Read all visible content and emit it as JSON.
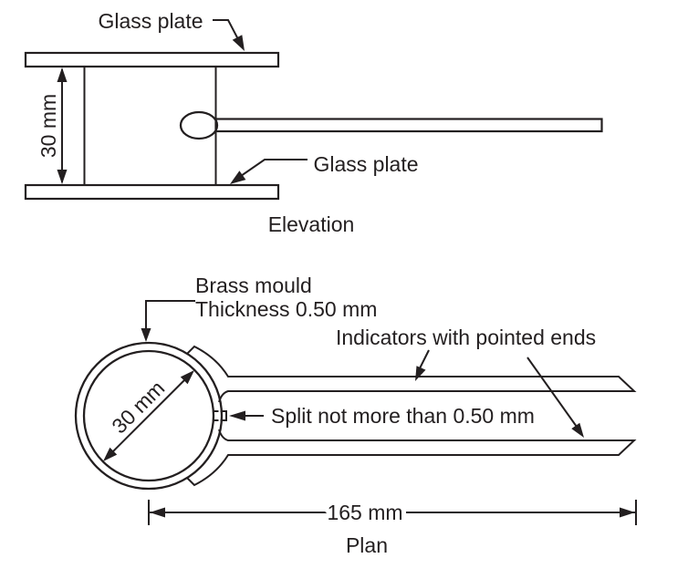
{
  "colors": {
    "ink": "#231f20",
    "background": "#ffffff"
  },
  "elevation": {
    "caption": "Elevation",
    "glass_plate_top_label": "Glass plate",
    "glass_plate_bottom_label": "Glass plate",
    "height_dimension": "30 mm"
  },
  "plan": {
    "caption": "Plan",
    "brass_mould_label_line1": "Brass mould",
    "brass_mould_label_line2": "Thickness 0.50 mm",
    "indicators_label": "Indicators with pointed ends",
    "split_label": "Split not more than 0.50 mm",
    "diameter_dimension": "30 mm",
    "length_dimension": "165 mm"
  }
}
